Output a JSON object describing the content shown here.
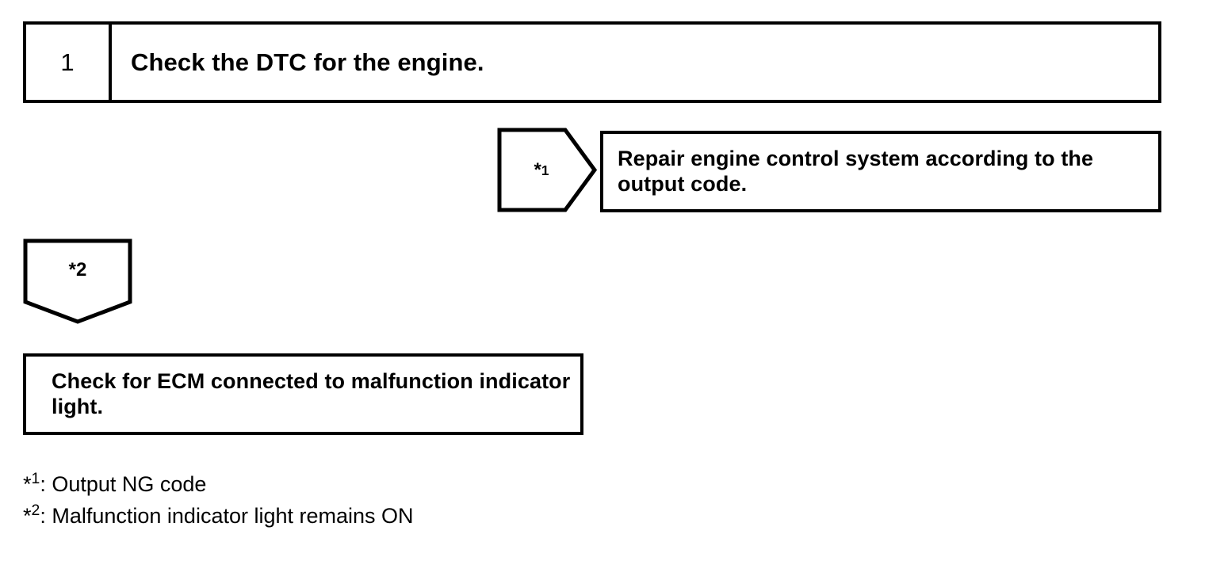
{
  "diagram": {
    "type": "flowchart",
    "title": "Engine DTC diagnostic flowchart",
    "step": {
      "number": "1",
      "instruction": "Check the DTC for the engine."
    },
    "branch_right": {
      "marker_symbol": "*",
      "marker_index": "1",
      "shape": "pentagon-arrow-right",
      "result_text": "Repair engine control system according to the output code."
    },
    "branch_down": {
      "marker_symbol": "*",
      "marker_index": "2",
      "shape": "pentagon-arrow-down",
      "next_text": "Check for ECM connected to malfunction indicator light."
    },
    "footnotes": [
      {
        "symbol": "*",
        "index": "1",
        "separator": ": ",
        "text": "Output NG code"
      },
      {
        "symbol": "*",
        "index": "2",
        "separator": ": ",
        "text": "Malfunction indicator light remains ON"
      }
    ],
    "colors": {
      "stroke": "#000000",
      "background": "#ffffff",
      "text": "#000000"
    }
  }
}
